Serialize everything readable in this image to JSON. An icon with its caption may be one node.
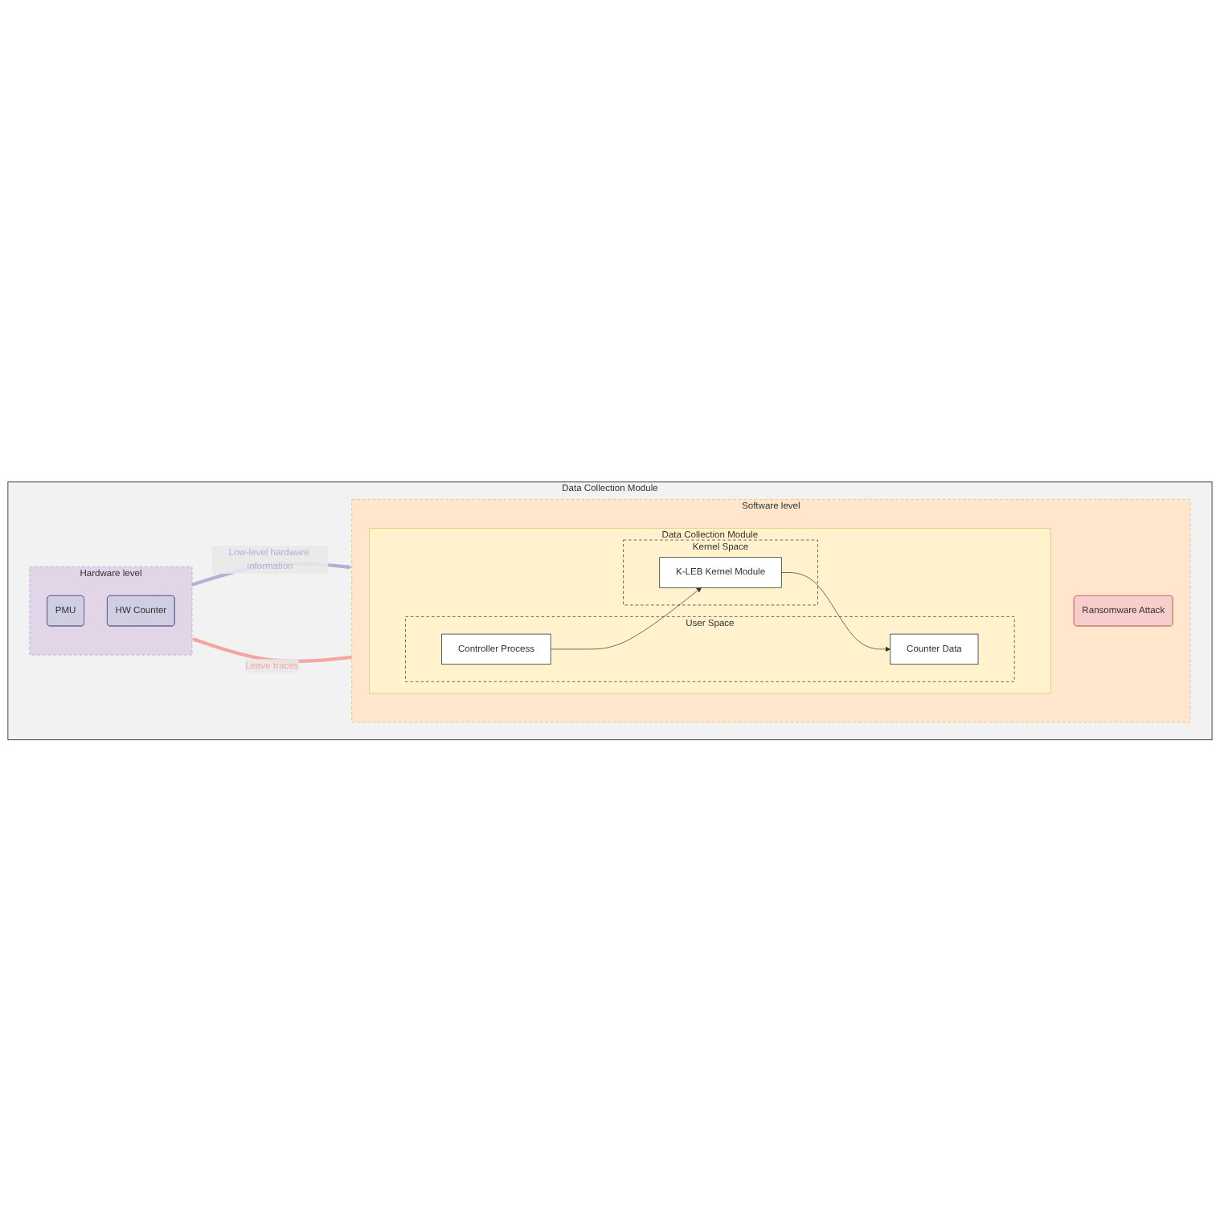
{
  "diagram": {
    "nodes": [
      {
        "text": [
          "Data Collection Module"
        ]
      },
      {
        "text": [
          "Software level"
        ],
        "in": 0
      },
      {
        "text": [
          "Data Collection Module"
        ],
        "in": 1
      },
      {
        "text": [
          "User Space"
        ],
        "in": 2
      },
      {
        "text": [
          "Controller Process"
        ],
        "in": 3
      },
      {
        "text": [
          "Counter Data"
        ],
        "in": 3
      },
      {
        "text": [
          "Kernel Space"
        ],
        "in": 2
      },
      {
        "text": [
          "K-LEB Kernel Module"
        ],
        "in": 6
      },
      {
        "text": [
          "Ransomware Attack"
        ],
        "in": 1
      },
      {
        "text": [
          "Hardware level"
        ],
        "in": 0
      },
      {
        "text": [
          "PMU"
        ],
        "in": 9
      },
      {
        "text": [
          "HW Counter"
        ],
        "in": 9
      }
    ],
    "edges": [
      {
        "from": 4,
        "to": 7,
        "arrow": "to"
      },
      {
        "from": 7,
        "to": 5,
        "arrow": "to"
      },
      {
        "from": 1,
        "to": 9,
        "arrow": "to",
        "label": "Leave traces",
        "style": "thick",
        "color": "#f4a6a0"
      },
      {
        "from": 9,
        "to": 1,
        "arrow": "to",
        "label": "Low-level hardware information",
        "style": "thick",
        "color": "#b3b0d6"
      }
    ]
  }
}
